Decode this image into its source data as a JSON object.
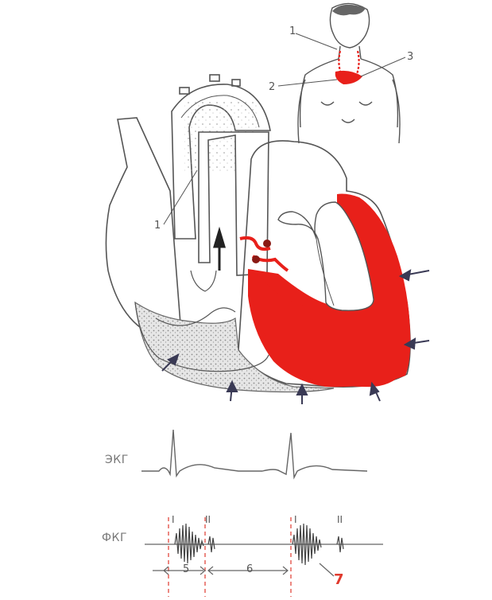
{
  "figure": {
    "labels": {
      "n1_torso": "1",
      "n2_torso": "2",
      "n3_torso": "3",
      "n1_heart": "1",
      "n5": "5",
      "n6": "6",
      "n7": "7"
    },
    "traces": {
      "ecg_label": "ЭКГ",
      "pcg_label": "ФКГ",
      "tone1": "I",
      "tone2": "II",
      "tone1b": "I",
      "tone2b": "II"
    },
    "colors": {
      "red": "#e8201a",
      "outline": "#555555",
      "stipple": "#9a9a9a",
      "arrow": "#3a3a55",
      "dashed": "#e03a2e"
    }
  }
}
